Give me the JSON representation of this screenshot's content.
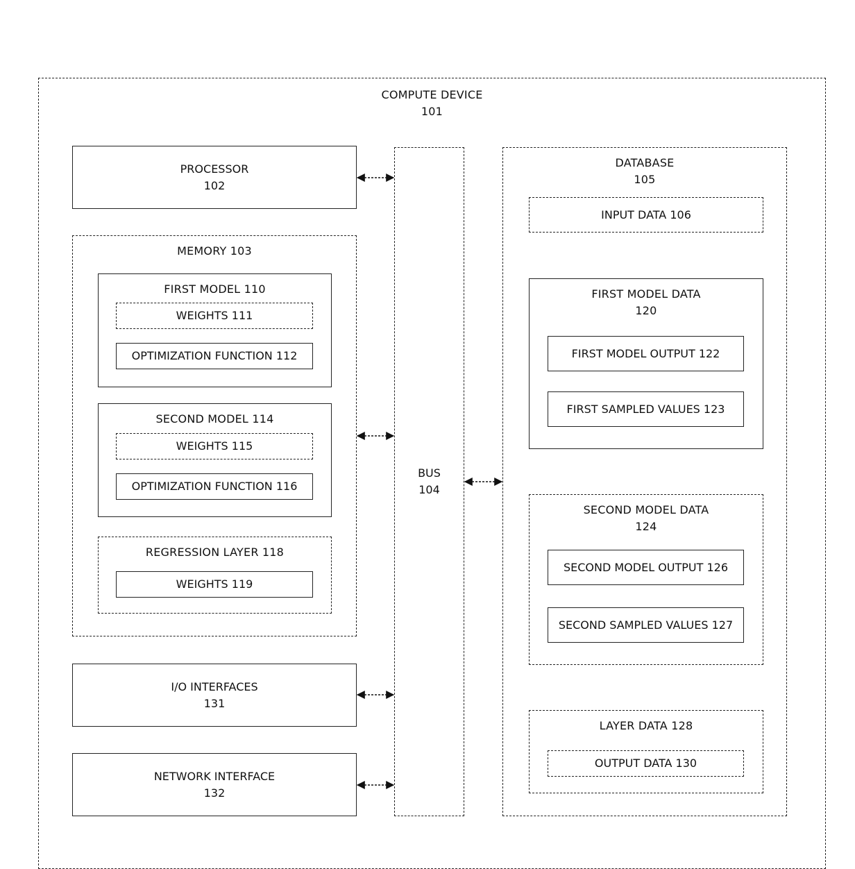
{
  "compute_device": {
    "title": "COMPUTE DEVICE",
    "number": "101"
  },
  "processor": {
    "title": "PROCESSOR",
    "number": "102"
  },
  "memory": {
    "title": "MEMORY 103",
    "first_model": {
      "title": "FIRST MODEL 110",
      "weights": "WEIGHTS 111",
      "optimization": "OPTIMIZATION FUNCTION 112"
    },
    "second_model": {
      "title": "SECOND MODEL 114",
      "weights": "WEIGHTS 115",
      "optimization": "OPTIMIZATION FUNCTION 116"
    },
    "regression_layer": {
      "title": "REGRESSION LAYER 118",
      "weights": "WEIGHTS 119"
    }
  },
  "io_interfaces": {
    "title": "I/O INTERFACES",
    "number": "131"
  },
  "network_interface": {
    "title": "NETWORK INTERFACE",
    "number": "132"
  },
  "bus": {
    "title": "BUS",
    "number": "104"
  },
  "database": {
    "title": "DATABASE",
    "number": "105",
    "input_data": "INPUT DATA 106",
    "first_model_data": {
      "title": "FIRST MODEL DATA",
      "number": "120",
      "output": "FIRST MODEL OUTPUT 122",
      "sampled": "FIRST SAMPLED VALUES 123"
    },
    "second_model_data": {
      "title": "SECOND MODEL DATA",
      "number": "124",
      "output": "SECOND MODEL OUTPUT 126",
      "sampled": "SECOND SAMPLED VALUES 127"
    },
    "layer_data": {
      "title": "LAYER DATA 128",
      "output": "OUTPUT DATA 130"
    }
  }
}
